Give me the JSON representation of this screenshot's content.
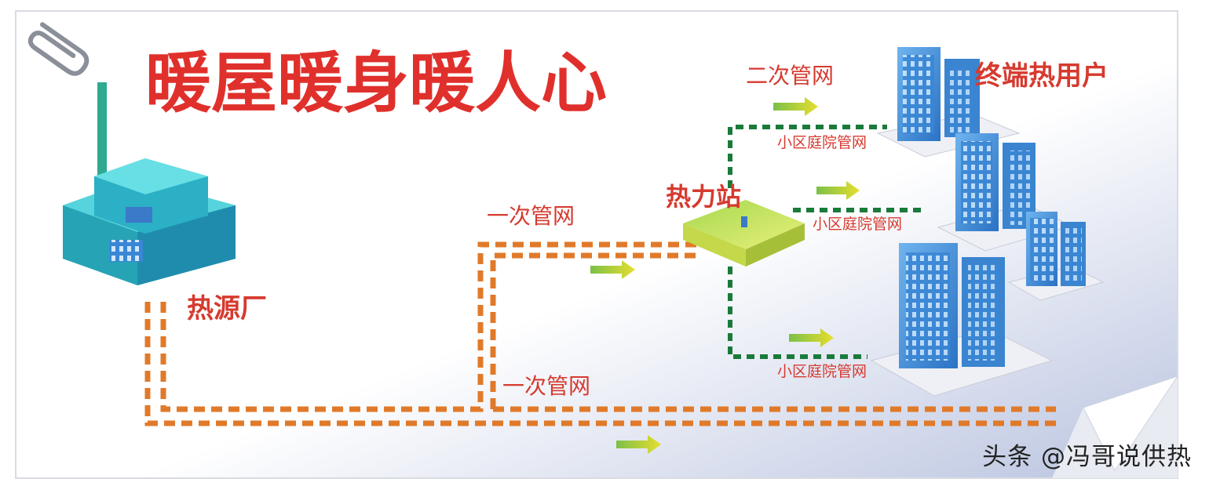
{
  "title": "暖屋暖身暖人心",
  "labels": {
    "heat_source": "热源厂",
    "heat_station": "热力站",
    "primary_network_upper": "一次管网",
    "primary_network_lower": "一次管网",
    "secondary_network": "二次管网",
    "end_users": "终端热用户",
    "courtyard_network_top": "小区庭院管网",
    "courtyard_network_middle": "小区庭院管网",
    "courtyard_network_bottom": "小区庭院管网"
  },
  "watermark": "头条 @冯哥说供热",
  "colors": {
    "title": "#e0302c",
    "label_red": "#d63a2f",
    "primary_pipe": "#e07a2a",
    "secondary_pipe": "#1a7a3a",
    "building": "#3f8fd8",
    "station": "#c9e06a",
    "factory": "#2fb9c3",
    "arrow": "#d8d22a"
  },
  "icons": [
    "paperclip-icon",
    "factory-icon",
    "heat-station-icon",
    "building-icon",
    "flow-arrow-icon"
  ]
}
